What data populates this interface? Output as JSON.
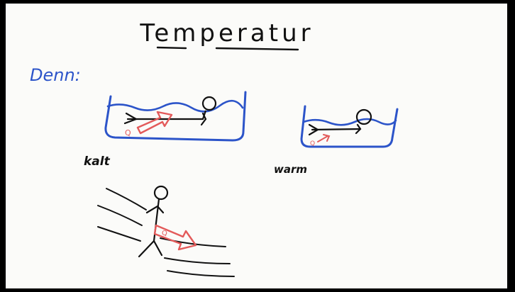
{
  "title": "Temperatur",
  "heading": "Denn:",
  "labels": {
    "cold": "kalt",
    "warm": "warm",
    "heat_symbol": "Q"
  },
  "colors": {
    "board": "#fbfbf9",
    "ink": "#111111",
    "blue": "#2c54c9",
    "red": "#e35a5a"
  }
}
